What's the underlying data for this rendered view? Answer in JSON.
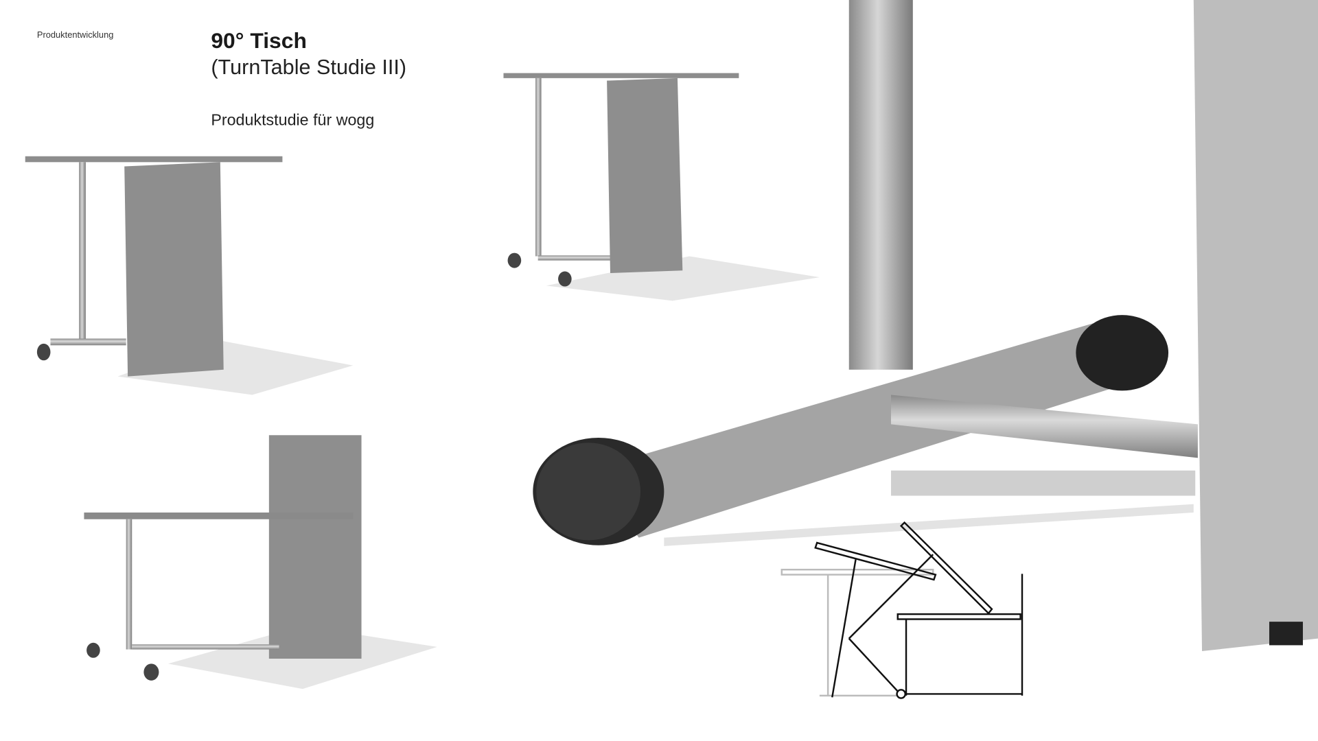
{
  "header": {
    "section_label": "Produktentwicklung",
    "title": "90° Tisch",
    "subtitle": "(TurnTable Studie III)",
    "client_line": "Produktstudie für wogg"
  },
  "images": [
    {
      "name": "table-view-left",
      "icon": "table-photo"
    },
    {
      "name": "table-view-top",
      "icon": "table-photo"
    },
    {
      "name": "table-view-rotated",
      "icon": "table-photo"
    },
    {
      "name": "foot-closeup",
      "icon": "detail-photo"
    },
    {
      "name": "rotation-diagram",
      "icon": "line-drawing"
    }
  ]
}
